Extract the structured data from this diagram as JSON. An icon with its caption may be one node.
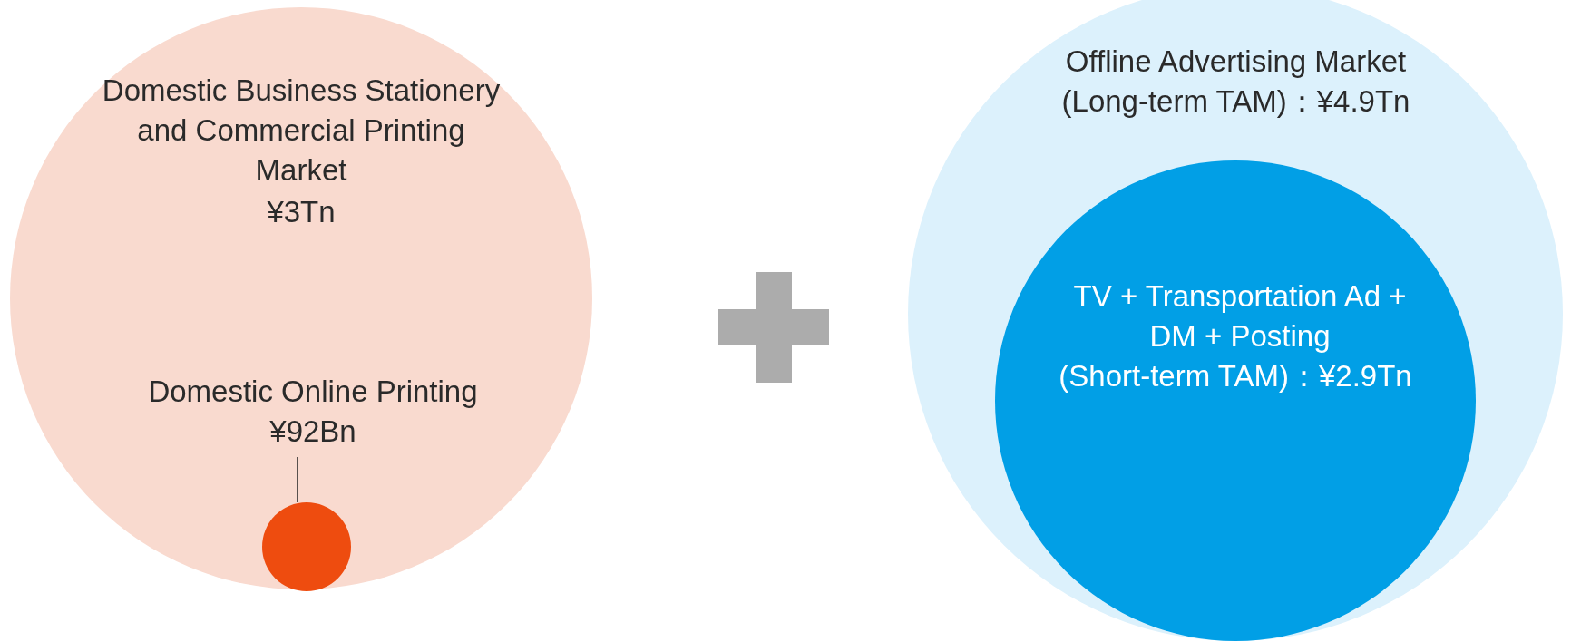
{
  "diagram": {
    "nodes": [
      {
        "text": [
          "Domestic Business Stationery and Commercial Printing Market",
          "¥3Tn"
        ]
      },
      {
        "text": [
          "Domestic Online Printing",
          "¥92Bn"
        ],
        "in": 0
      },
      {
        "text": [],
        "shape": "circle",
        "in": 0
      },
      {
        "text": [
          "Offline Advertising Market",
          "(Long-term TAM)：¥4.9Tn"
        ]
      },
      {
        "text": [
          "TV + Transportation Ad + DM + Posting",
          "(Short-term TAM)：¥2.9Tn"
        ],
        "in": 3
      }
    ],
    "edges": [
      {
        "from": 1,
        "to": 2,
        "arrow": "none"
      }
    ]
  }
}
